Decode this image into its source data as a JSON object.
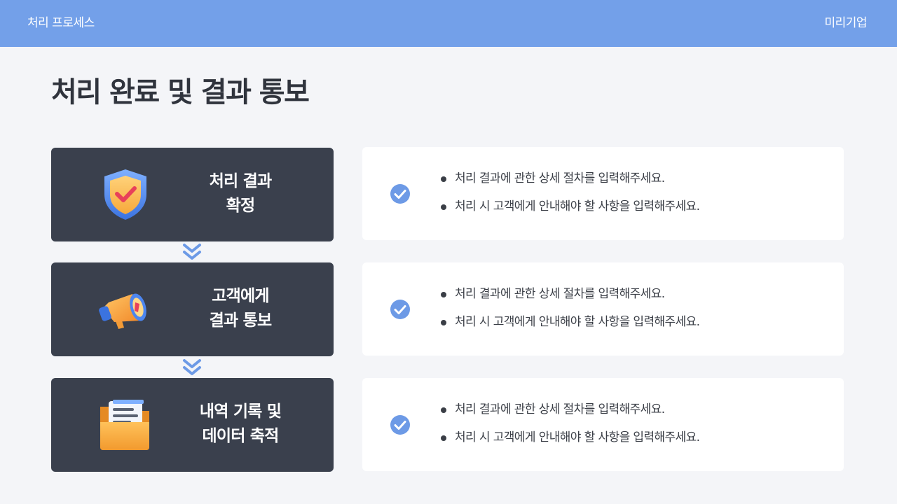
{
  "header": {
    "section": "처리 프로세스",
    "company": "미리기업"
  },
  "title": "처리 완료 및 결과 통보",
  "colors": {
    "header_bg": "#73a0e9",
    "card_dark": "#3a404d",
    "accent": "#6d9ae6",
    "page_bg": "#f4f5f8"
  },
  "steps": [
    {
      "title_lines": [
        "처리 결과",
        "확정"
      ],
      "icon": "shield-check-icon",
      "bullets": [
        "처리 결과에 관한 상세 절차를 입력해주세요.",
        "처리 시 고객에게 안내해야 할 사항을 입력해주세요."
      ]
    },
    {
      "title_lines": [
        "고객에게",
        "결과 통보"
      ],
      "icon": "megaphone-icon",
      "bullets": [
        "처리 결과에 관한 상세 절차를 입력해주세요.",
        "처리 시 고객에게 안내해야 할 사항을 입력해주세요."
      ]
    },
    {
      "title_lines": [
        "내역 기록 및",
        "데이터 축적"
      ],
      "icon": "folder-document-icon",
      "bullets": [
        "처리 결과에 관한 상세 절차를 입력해주세요.",
        "처리 시 고객에게 안내해야 할 사항을 입력해주세요."
      ]
    }
  ]
}
